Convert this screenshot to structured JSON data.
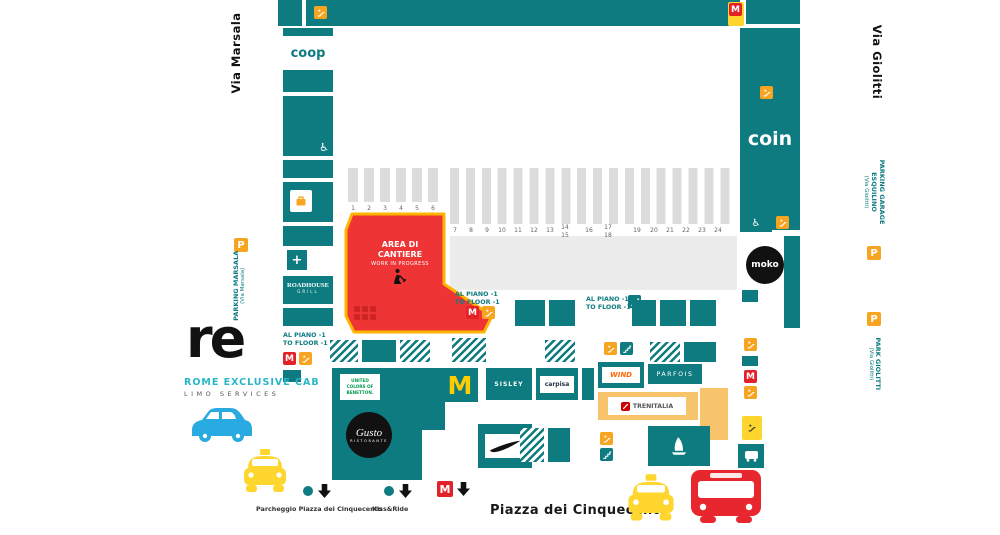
{
  "colors": {
    "teal": "#0e7b80",
    "construction_red": "#ee3434",
    "construction_border": "#ffb400",
    "metro_red": "#e32128",
    "parking_orange": "#f7a521",
    "tan": "#f7c46c",
    "taxi_yellow": "#ffd62e",
    "bus_red": "#e8262e",
    "car_blue": "#29abe2"
  },
  "streets": {
    "left": "Via Marsala",
    "right": "Via Giolitti",
    "piazza": "Piazza dei Cinquecento"
  },
  "parking": {
    "p": "P",
    "marsala": {
      "line1": "PARKING MARSALA",
      "line2": "(Via Marsala)"
    },
    "esquilino": {
      "line1": "PARKING GARAGE",
      "line2": "ESQUILINO",
      "line3": "(Via Giolitti)"
    },
    "giolitti": {
      "line1": "PARK GIOLITTI",
      "line2": "(Via Giolitti)"
    }
  },
  "construction": {
    "title": "AREA DI CANTIERE",
    "subtitle": "WORK IN PROGRESS"
  },
  "floor_label": {
    "line1": "AL PIANO -1",
    "line2": "TO FLOOR -1"
  },
  "metro_m": "M",
  "platform_numbers": [
    "1",
    "2",
    "3",
    "4",
    "5",
    "6",
    "7",
    "8",
    "9",
    "10",
    "11",
    "12",
    "13",
    "14",
    "15",
    "16",
    "17",
    "18",
    "19",
    "20",
    "21",
    "22",
    "23",
    "24"
  ],
  "brands": {
    "coop": "coop",
    "coin": "coin",
    "moko": "moko",
    "roadhouse1": "ROADHOUSE",
    "roadhouse2": "GRILL",
    "benetton": "UNITED COLORS OF BENETTON.",
    "mcdonalds": "M",
    "gusto1": "Gusto",
    "gusto2": "RISTORANTE",
    "sisley": "SISLEY",
    "carpisa": "carpisa",
    "wind": "WIND",
    "parfois": "PARFOIS",
    "trenitalia": "TRENITALIA",
    "pharmacy_cross": "+"
  },
  "legend": {
    "parcheggio": "Parcheggio Piazza dei Cinquecento",
    "kiss_ride": "Kiss&Ride"
  },
  "logo": {
    "mark": "re",
    "title": "ROME EXCLUSIVE CAB",
    "subtitle": "LIMO SERVICES"
  }
}
